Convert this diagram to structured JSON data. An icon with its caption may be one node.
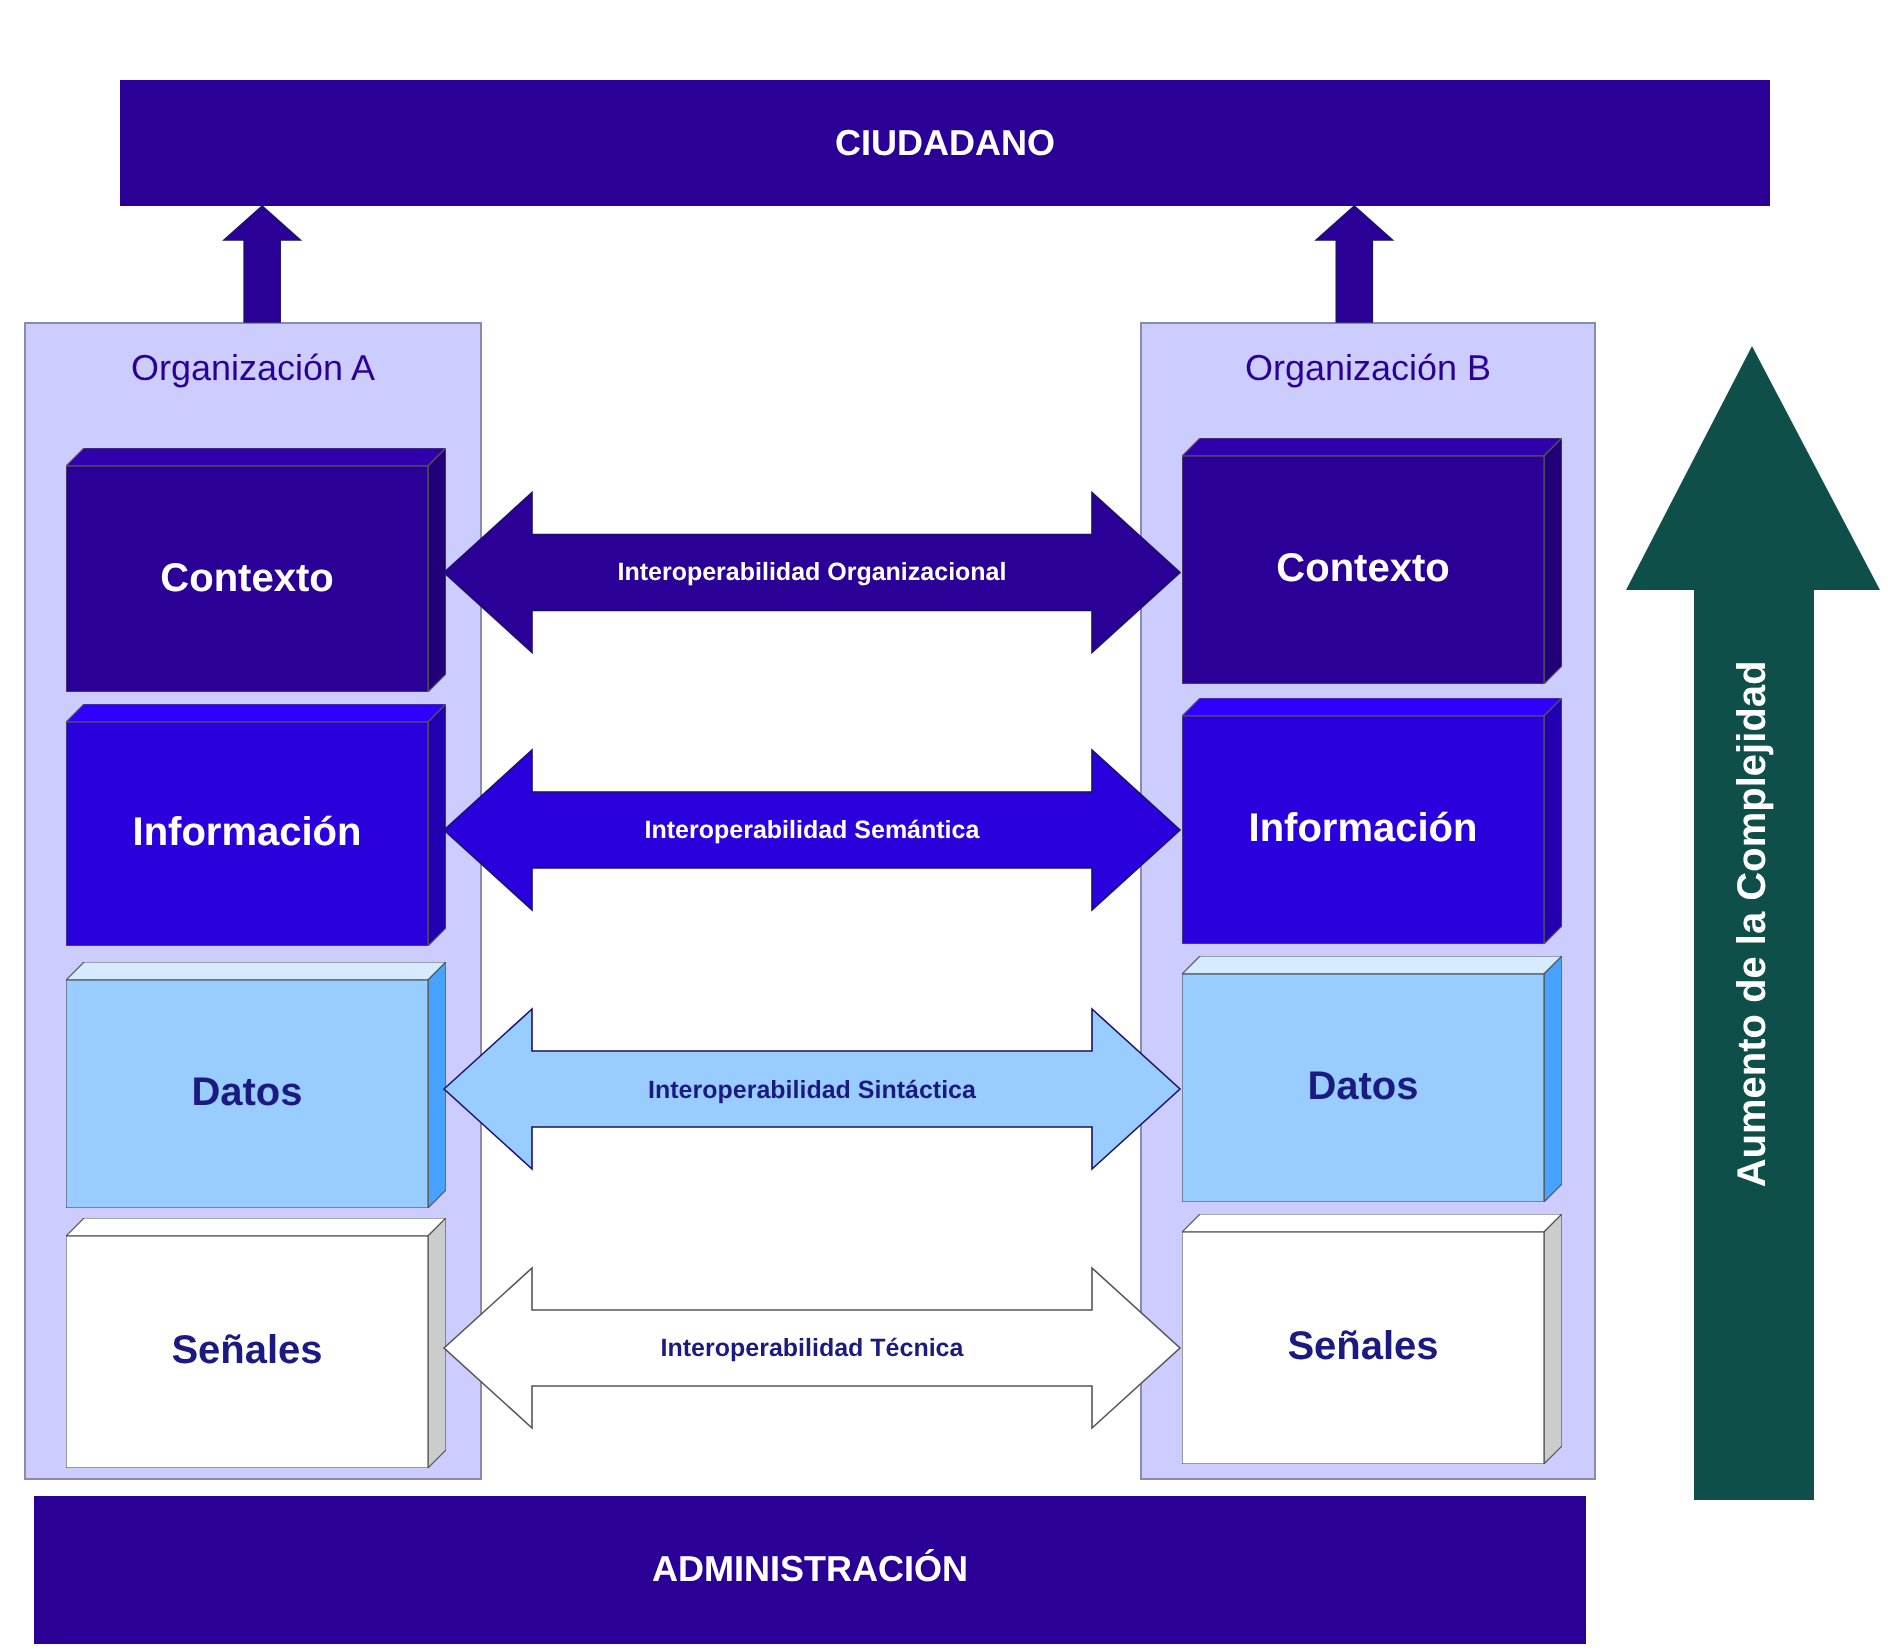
{
  "diagram": {
    "nodes": [
      {
        "text": [
          "CIUDADANO"
        ]
      },
      {
        "text": [
          "Organización A"
        ]
      },
      {
        "text": [
          "Contexto"
        ],
        "in": 1
      },
      {
        "text": [
          "Información"
        ],
        "in": 1
      },
      {
        "text": [
          "Datos"
        ],
        "in": 1
      },
      {
        "text": [
          "Señales"
        ],
        "in": 1
      },
      {
        "text": [
          "Organización B"
        ]
      },
      {
        "text": [
          "Contexto"
        ],
        "in": 6
      },
      {
        "text": [
          "Información"
        ],
        "in": 6
      },
      {
        "text": [
          "Datos"
        ],
        "in": 6
      },
      {
        "text": [
          "Señales"
        ],
        "in": 6
      },
      {
        "text": [
          "ADMINISTRACIÓN"
        ]
      }
    ],
    "edges": [
      {
        "from": 1,
        "to": 0,
        "arrow": "to"
      },
      {
        "from": 6,
        "to": 0,
        "arrow": "to"
      },
      {
        "from": 2,
        "to": 7,
        "arrow": "both",
        "label": "Interoperabilidad Organizacional"
      },
      {
        "from": 3,
        "to": 8,
        "arrow": "both",
        "label": "Interoperabilidad Semántica",
        "color": "#2a00dd"
      },
      {
        "from": 4,
        "to": 9,
        "arrow": "both",
        "label": "Interoperabilidad Sintáctica",
        "color": "#99ccff"
      },
      {
        "from": 5,
        "to": 10,
        "arrow": "both",
        "label": "Interoperabilidad Técnica",
        "color": "#ffffff"
      }
    ],
    "labels": [
      "Aumento de la Complejidad"
    ]
  }
}
